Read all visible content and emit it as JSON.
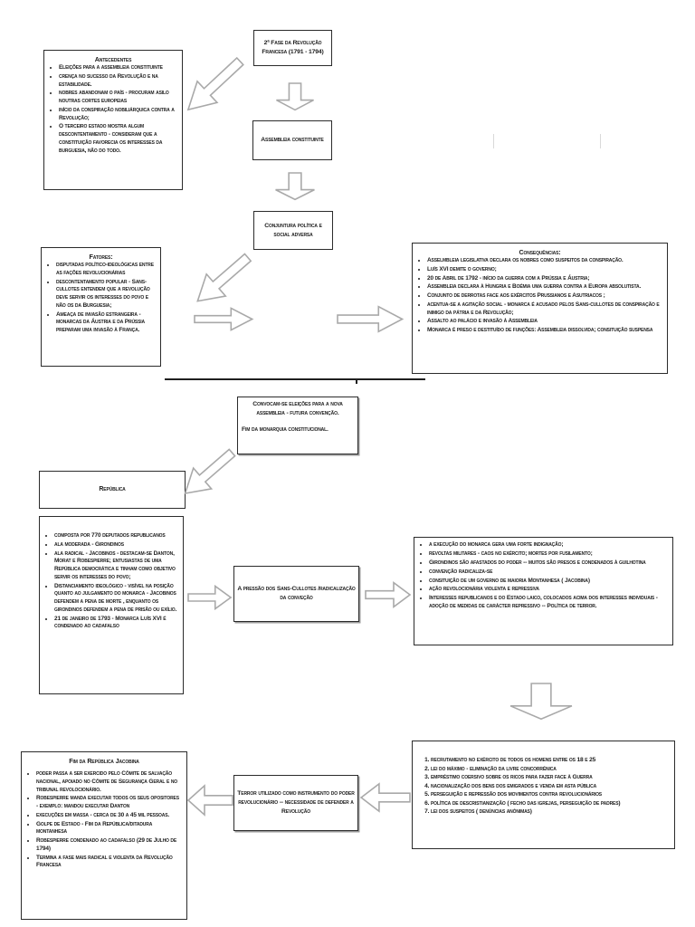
{
  "phase": {
    "title": "2ª Fase da Revolução Francesa (1791 - 1794)"
  },
  "antecedentes": {
    "title": "Antecedentes",
    "items": [
      "Eleições para a assembleia constituinte",
      "crença no sucesso da Revolução e na estabilidade.",
      "nobres abandonam o país - procuram asilo noutras cortes europeias",
      "início da conspiração nobiliárquica contra a Revolução;",
      "O terceiro estado mostra algum descontentamento - consideram que a constituição favorecia os interesses da burguesia, não do todo."
    ]
  },
  "assembleia": {
    "text": "Assembleia constituinte"
  },
  "conjuntura": {
    "text": "Conjuntura política e social adversa"
  },
  "fatores": {
    "title": "Fatores:",
    "items": [
      "disputadas político-ideológicas entre as fações revolucionárias",
      "descontentamento popular - Sans-cullotes entendem que a revolução deve servir os interesses do povo e não os da Burguesia;",
      "Ameaça de invasão estrangeira - monarcas da Áustria e da Prússia preparam uma invasão à França."
    ]
  },
  "consequencias": {
    "title": "Consequências:",
    "items": [
      "Asselmbleia legislativa declara os nobres como suspeitos da conspiração.",
      "Luís XVI demite o governo;",
      "20 de Abril de 1792 - início da guerra com a Prússia e Áustria;",
      "Assembleia declara à Hungria e Boémia uma guerra contra a Europa absolutista.",
      "Conjunto de derrotas face aos exércitos Prussianos e Asutriacos ;",
      "acentua-se a agitação social - monarca é acusado pelos Sans-cullotes de conspiração e inimigo da pátria e da Revolução;",
      "Assalto ao palácio e invasão à Assembleia",
      "Monarca é preso e destituído de funções: Assembleia dissolvida; consituição suspensa"
    ]
  },
  "convocam": {
    "line1": "Convocam-se eleições para a nova assembleia - futura convenção.",
    "line2": "Fim da monarquia constitucional."
  },
  "republica": {
    "text": "República"
  },
  "convencao": {
    "items": [
      "composta por 770 deputados republicanos",
      "ala moderada - Girondinos",
      "ala radical - Jacobinos - destacam-se Danton, Morat e Robespierre; entusiastas de uma República democrática e tinham como objetivo servir os interesses do povo;",
      "Distanciamento ideológico - visível  na posição quanto ao julgamento do monarca - Jacobinos defendem a pena de morte , enquanto os girondinos defendem a pena de prisão ou exílio.",
      "21 de janeiro de 1793 - Monarca Luís XVI é condenado ao cadafalso"
    ]
  },
  "pressao": {
    "text": "A pressão dos Sans-Cullotes /radicalização da conveção"
  },
  "radicalizacao": {
    "items": [
      "a execução do monarca gera uma forte indignação;",
      "revoltas militares  - caos no exército; mortes por fusilamento;",
      "Girondinos são afastados do poder  -- muitos são presos e condenados à guilhotina",
      "convenção radicaliza-se",
      "consituição de um governo de maioria Montanhesa ( Jacobina)",
      "ação revolocionária violenta e repressiva",
      "Interesses republicanos e do Estado laico, colocados acima dos interesses individuais - adoção de medidas de carácter repressivo -- Política de terror."
    ]
  },
  "medidas": {
    "items": [
      "recrutamento no exército de todos os homens entre os 18 e 25",
      "lei do máximo - eliminação da livre concorrénica",
      "empréstimo coersivo sobre os ricos para fazer face à Guerra",
      "nacionalização dos bens dos emigrados e venda em asta pública",
      "perseguição e repressão dos movimentos contra revolucionários",
      "política de descristianização ( fecho das igrejas, perseguição de padres)",
      "lei dos suspeitos ( denúncias anónimas)"
    ]
  },
  "terror": {
    "text": "Terror utilizado como instrumento do poder revolucionário -- necessidade de defender a Revolução"
  },
  "fim": {
    "title": "Fim da República Jacobina",
    "items": [
      "poder passa a ser exercido pelo Cômite de salvação nacional, apoiado no Cômite de Segurança Geral e no tribunal revolocionário.",
      "Robespierre  manda executar todos os seus opositores - exemplo: mandou executar Danton",
      "execuções em massa - cerca de  30 a 45 mil pessoas.",
      "Golpe de Estado - Fim da República/ditadura montanhesa",
      "Robespierre condenado ao cadafalso (29 de Julho de 1794)",
      "Termina a fase mais radical e violenta da Revolução Francesa"
    ]
  }
}
